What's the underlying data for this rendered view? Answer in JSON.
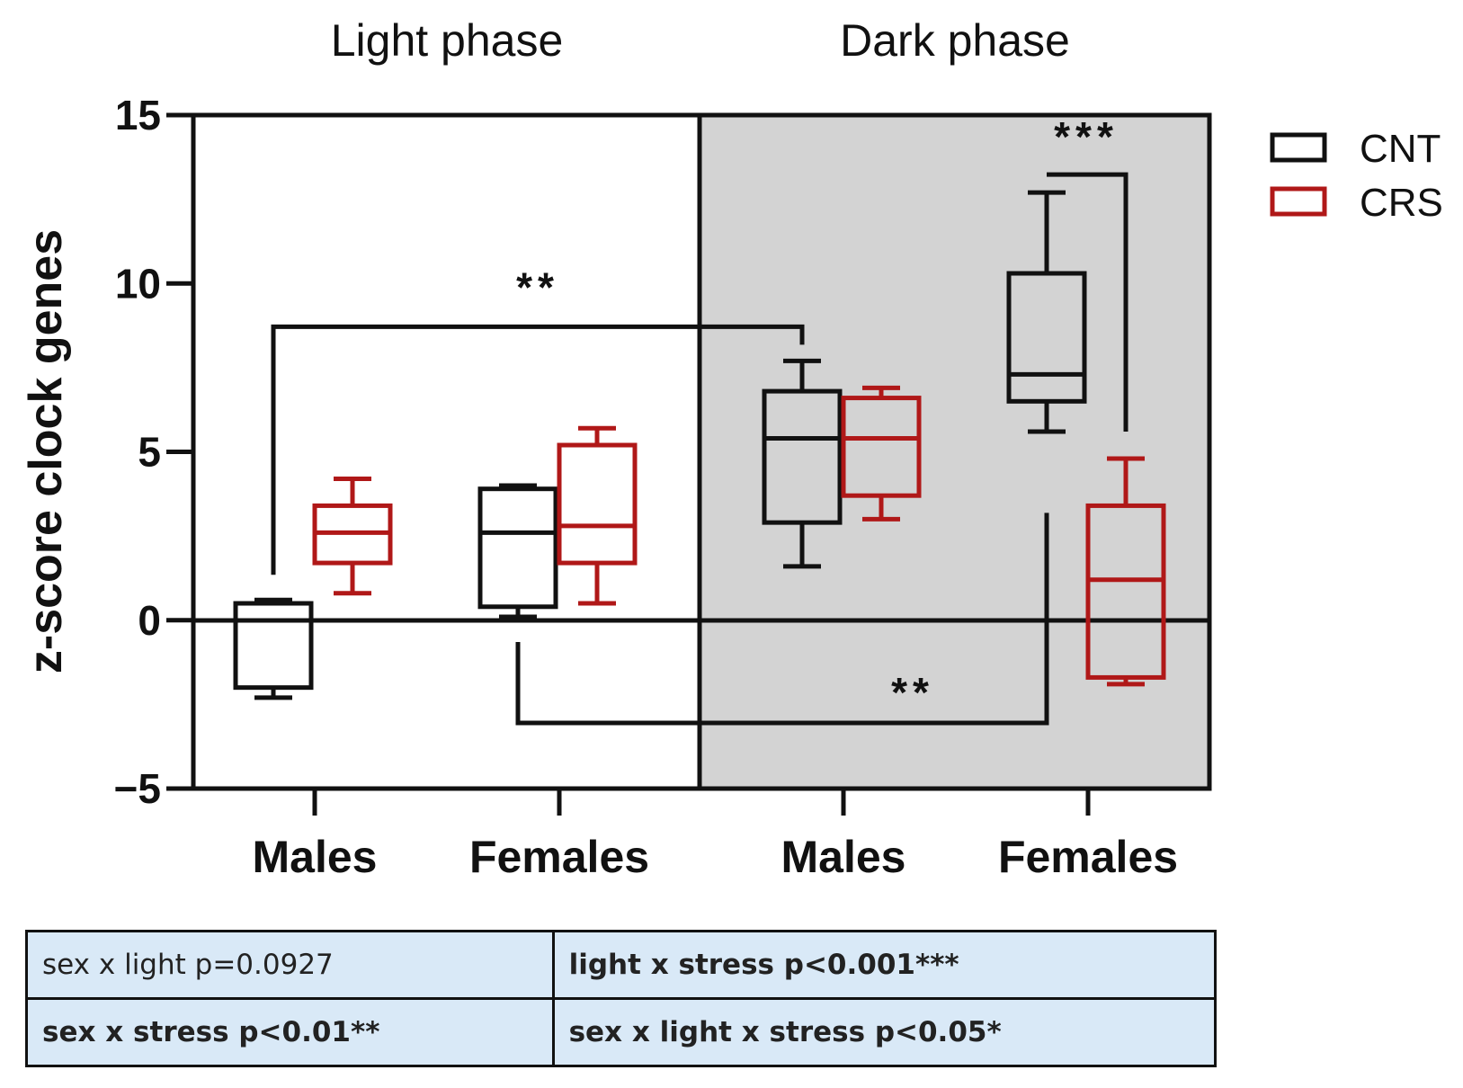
{
  "chart_data": {
    "type": "box",
    "phases": [
      "Light phase",
      "Dark phase"
    ],
    "categories": [
      "Males",
      "Females",
      "Males",
      "Females"
    ],
    "ylabel": "z-score clock genes",
    "ylim": [
      -5,
      15
    ],
    "yticks": [
      "15",
      "10",
      "5",
      "0",
      "−5"
    ],
    "legend": [
      {
        "name": "CNT",
        "color": "#111111"
      },
      {
        "name": "CRS",
        "color": "#b01818"
      }
    ],
    "legend_position": "top-right",
    "dark_phase_shading": "#d3d3d3",
    "series": [
      {
        "name": "CNT",
        "color": "#111111",
        "boxes": [
          {
            "phase": "Light phase",
            "category": "Males",
            "min": -2.3,
            "q1": -2.0,
            "median": 0.5,
            "q3": 0.5,
            "max": 0.6
          },
          {
            "phase": "Light phase",
            "category": "Females",
            "min": 0.1,
            "q1": 0.4,
            "median": 2.6,
            "q3": 3.9,
            "max": 4.0
          },
          {
            "phase": "Dark phase",
            "category": "Males",
            "min": 1.6,
            "q1": 2.9,
            "median": 5.4,
            "q3": 6.8,
            "max": 7.7
          },
          {
            "phase": "Dark phase",
            "category": "Females",
            "min": 5.6,
            "q1": 6.5,
            "median": 7.3,
            "q3": 10.3,
            "max": 12.7
          }
        ]
      },
      {
        "name": "CRS",
        "color": "#b01818",
        "boxes": [
          {
            "phase": "Light phase",
            "category": "Males",
            "min": 0.8,
            "q1": 1.7,
            "median": 2.6,
            "q3": 3.4,
            "max": 4.2
          },
          {
            "phase": "Light phase",
            "category": "Females",
            "min": 0.5,
            "q1": 1.7,
            "median": 2.8,
            "q3": 5.2,
            "max": 5.7
          },
          {
            "phase": "Dark phase",
            "category": "Males",
            "min": 3.0,
            "q1": 3.7,
            "median": 5.4,
            "q3": 6.6,
            "max": 6.9
          },
          {
            "phase": "Dark phase",
            "category": "Females",
            "min": -1.9,
            "q1": -1.7,
            "median": 1.2,
            "q3": 3.4,
            "max": 4.8
          }
        ]
      }
    ],
    "significance": [
      {
        "label": "**",
        "from": "Light phase Males CNT",
        "to": "Dark phase Males CNT"
      },
      {
        "label": "**",
        "from": "Light phase Females CNT",
        "to": "Dark phase Females CNT"
      },
      {
        "label": "***",
        "from": "Dark phase Females CNT",
        "to": "Dark phase Females CRS"
      }
    ]
  },
  "stats_table": {
    "rows": [
      [
        "sex x light p=0.0927",
        "light x stress p<0.001***"
      ],
      [
        "sex x stress p<0.01**",
        "sex x light x stress p<0.05*"
      ]
    ]
  }
}
